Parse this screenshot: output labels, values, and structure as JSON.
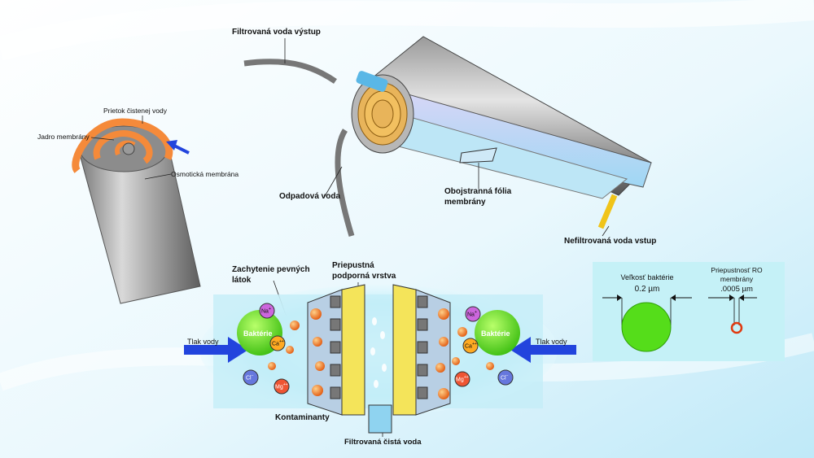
{
  "labels": {
    "filtered_outlet": "Filtrovaná voda výstup",
    "permeate_flow": "Prietok čistenej vody",
    "membrane_core": "Jadro membrány",
    "osmotic_membrane": "Osmotická membrána",
    "waste_water": "Odpadová voda",
    "double_film_line1": "Obojstranná fólia",
    "double_film_line2": "membrány",
    "unfiltered_inlet": "Nefiltrovaná voda vstup",
    "retained_solids_line1": "Zachytenie pevných",
    "retained_solids_line2": "látok",
    "support_layer_line1": "Priepustná",
    "support_layer_line2": "podporná vrstva",
    "water_pressure_left": "Tlak vody",
    "water_pressure_right": "Tlak vody",
    "contaminants": "Kontaminanty",
    "clean_water": "Filtrovaná čistá voda",
    "bacteria_left": "Baktérie",
    "bacteria_right": "Baktérie",
    "bacteria_size_title": "Veľkosť baktérie",
    "bacteria_size_value": "0.2 µm",
    "ro_perm_line1": "Priepustnosť RO",
    "ro_perm_line2": "membrány",
    "ro_perm_value": ".0005 µm"
  },
  "ions": {
    "na": "Na",
    "na_charge": "+",
    "ca": "Ca",
    "ca_charge": "++",
    "mg": "Mg",
    "mg_charge": "++",
    "cl": "Cl",
    "cl_charge": "−"
  },
  "colors": {
    "bacteria": "#66dd22",
    "sodium": "#cc66dd",
    "calcium": "#ffaa22",
    "magnesium": "#ee5533",
    "chloride": "#6677dd",
    "contaminant": "#f07a1e",
    "support_layer": "#f4e45a",
    "arrow": "#2244dd",
    "water_zone": "#c4eef8",
    "ro_ring": "#e03a10"
  }
}
